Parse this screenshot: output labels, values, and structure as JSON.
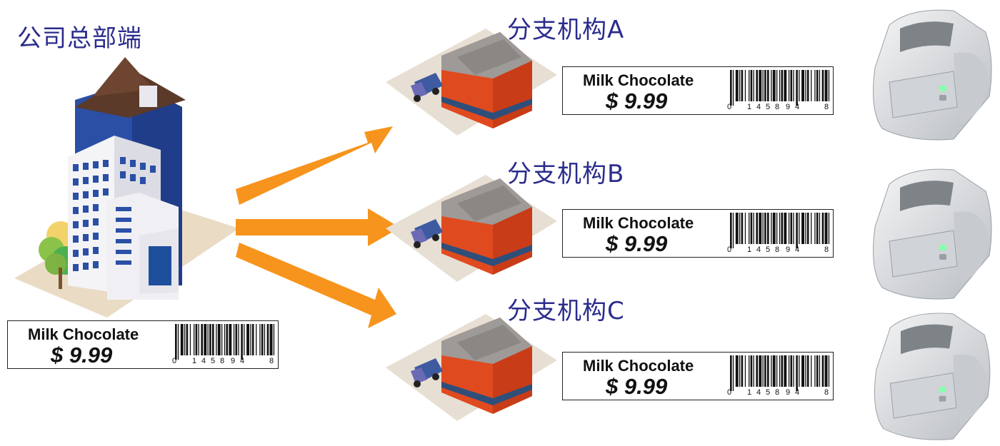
{
  "headquarters": {
    "title": "公司总部端",
    "label": {
      "product": "Milk Chocolate",
      "price": "$ 9.99",
      "barcode_digits": [
        "0",
        "1",
        "4",
        "5",
        "8",
        "9",
        "4",
        "8"
      ]
    }
  },
  "branches": [
    {
      "title": "分支机构A",
      "label": {
        "product": "Milk Chocolate",
        "price": "$ 9.99",
        "barcode_digits": [
          "0",
          "1",
          "4",
          "5",
          "8",
          "9",
          "4",
          "8"
        ]
      }
    },
    {
      "title": "分支机构B",
      "label": {
        "product": "Milk Chocolate",
        "price": "$ 9.99",
        "barcode_digits": [
          "0",
          "1",
          "4",
          "5",
          "8",
          "9",
          "4",
          "8"
        ]
      }
    },
    {
      "title": "分支机构C",
      "label": {
        "product": "Milk Chocolate",
        "price": "$ 9.99",
        "barcode_digits": [
          "0",
          "1",
          "4",
          "5",
          "8",
          "9",
          "4",
          "8"
        ]
      }
    }
  ],
  "colors": {
    "title": "#2b2c8c",
    "arrow": "#f7941d",
    "building_blue": "#2a4fa5",
    "warehouse_red": "#e04a1f"
  },
  "icons": [
    "office-building-icon",
    "warehouse-icon",
    "truck-icon",
    "label-printer-icon",
    "arrow-icon"
  ]
}
